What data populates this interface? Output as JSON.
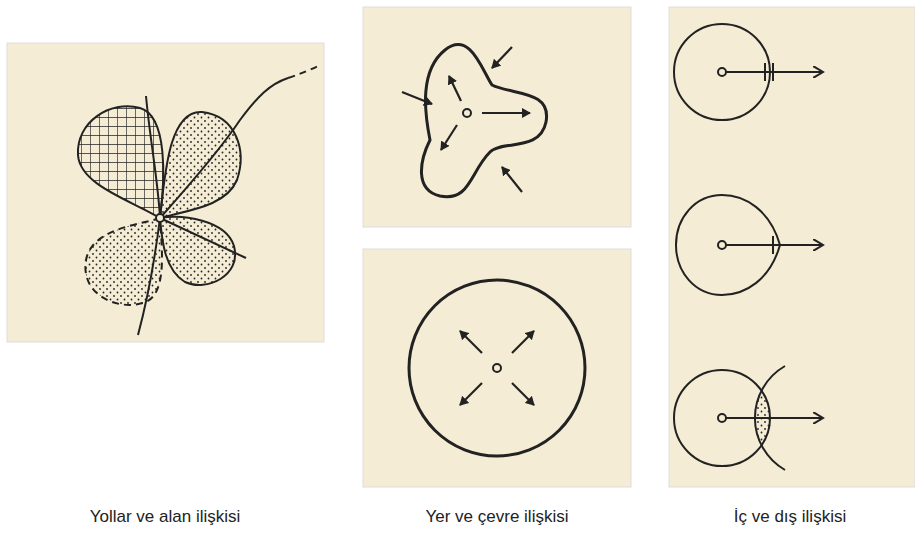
{
  "diagram": {
    "labels": [
      "Yollar ve alan ilişkisi",
      "Yer ve çevre ilişkisi",
      "İç ve dış ilişkisi"
    ]
  }
}
